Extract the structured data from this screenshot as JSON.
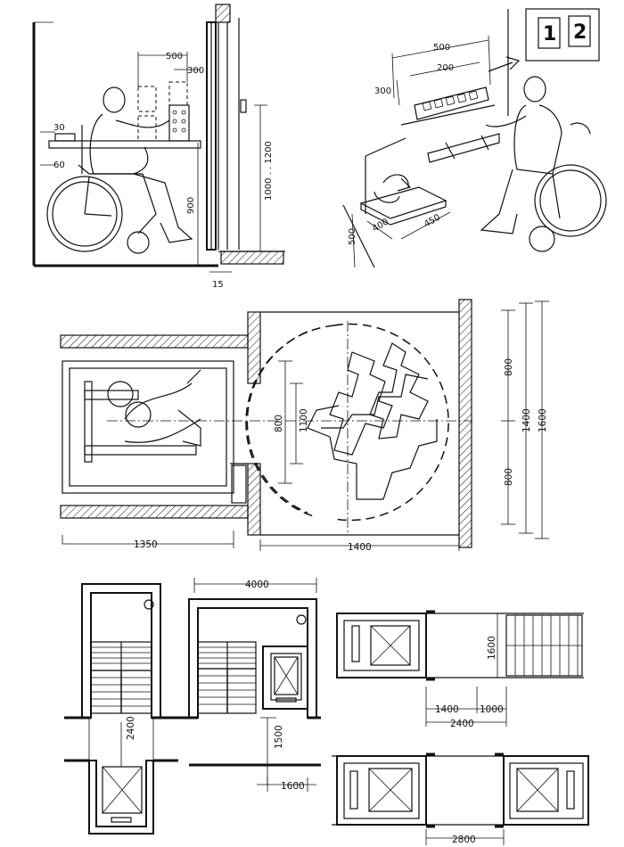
{
  "figure1": {
    "dim_500": "500",
    "dim_300": "300",
    "dim_30": "30",
    "dim_60": "60",
    "dim_900": "900",
    "dim_1000_1200": "1000 . . 1200",
    "dim_15": "15"
  },
  "figure2": {
    "dim_500_top": "500",
    "dim_200": "200",
    "dim_300": "300",
    "dim_500_side": "500",
    "dim_400": "400",
    "dim_450": "450",
    "panel_digit_1": "1",
    "panel_digit_2": "2"
  },
  "figure3": {
    "dim_800_left": "800",
    "dim_1100": "1100",
    "dim_1350": "1350",
    "dim_1400_bottom": "1400",
    "dim_800_top": "800",
    "dim_800_bottom": "800",
    "dim_1400_right": "1400",
    "dim_1600": "1600"
  },
  "figure4": {
    "dim_4000": "4000",
    "dim_2400_vertical": "2400",
    "dim_1500": "1500",
    "dim_1600_horizontal": "1600",
    "dim_1600_vertical": "1600",
    "dim_1400": "1400",
    "dim_1000": "1000",
    "dim_2400_horizontal": "2400",
    "dim_2800": "2800"
  }
}
